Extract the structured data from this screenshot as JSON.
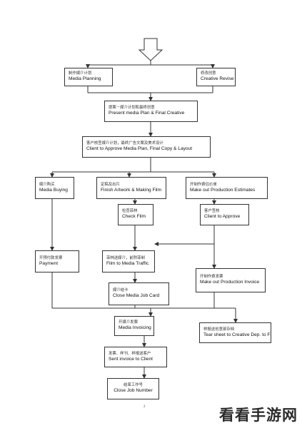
{
  "nodes": {
    "media_planning": {
      "zh": "制作媒介计划",
      "en": "Media Planning"
    },
    "creative_revise": {
      "zh": "修改创意",
      "en": "Creative Revise"
    },
    "present_plan": {
      "zh": "提案－媒介计划和最终创意",
      "en": "Present media Plan & Final Creative"
    },
    "client_approve": {
      "zh": "客户核签媒介计划，最终广告文案及美术设计",
      "en": "Client to Approve Media Plan, Final Copy & Layout"
    },
    "media_buying": {
      "zh": "媒介购买",
      "en": "Media Buying"
    },
    "finish_artwork": {
      "zh": "定稿及出片",
      "en": "Finish Artwork & Making Film"
    },
    "production_estimates": {
      "zh": "开制作费估价单",
      "en": "Make out Production Estimates"
    },
    "check_film": {
      "zh": "检查菲林",
      "en": "Check Film"
    },
    "client_to_approve": {
      "zh": "客户签核",
      "en": "Client to Approve"
    },
    "payment": {
      "zh": "开预付款发票",
      "en": "Payment"
    },
    "film_traffic": {
      "zh": "菲林送媒介，前附菲制",
      "en": "Film to Media Traffic"
    },
    "production_invoice": {
      "zh": "开制作费发票",
      "en": "Make out Production Invoice"
    },
    "close_media_job": {
      "zh": "媒介结卡",
      "en": "Close Media Job Card"
    },
    "media_invoicing": {
      "zh": "开媒介发票",
      "en": "Media Invoicing"
    },
    "tear_sheet": {
      "zh": "样报送创意部存档",
      "en": "Tear sheet to Creative Dep. to File"
    },
    "sent_invoice": {
      "zh": "发票、样刊、样报送客户",
      "en": "Sent invoice to Client"
    },
    "close_job": {
      "zh": "结束工作号",
      "en": "Close Job Number"
    }
  },
  "page_number": "2",
  "watermark": "看看手游网"
}
